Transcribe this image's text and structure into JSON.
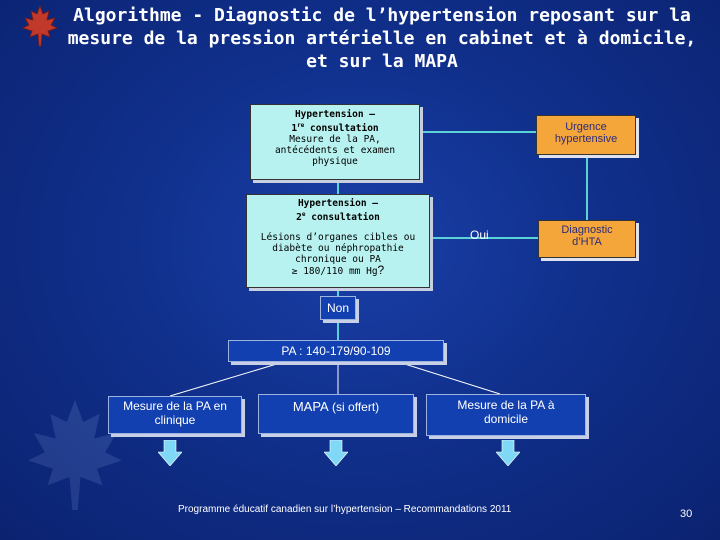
{
  "title": {
    "line1": "Algorithme - Diagnostic de l’hypertension reposant sur la",
    "line2": "mesure de la pression artérielle en cabinet et à domicile,",
    "line3": "et sur la MAPA"
  },
  "boxes": {
    "consult1": {
      "title": "Hypertension –",
      "title2": "1",
      "title2_sup": "re",
      "title2_rest": " consultation",
      "body1": "Mesure de la PA,",
      "body2": "antécédents et examen physique"
    },
    "urgence": {
      "line1": "Urgence",
      "line2": "hypertensive"
    },
    "consult2": {
      "title": "Hypertension –",
      "title2": "2",
      "title2_sup": "e",
      "title2_rest": " consultation",
      "body1": "Lésions d’organes cibles ou",
      "body2": "diabète ou néphropathie",
      "body3": "chronique ou PA",
      "body4": "≥ 180/110 mm Hg",
      "qmark": "?"
    },
    "diagnostic": {
      "line1": "Diagnostic",
      "line2": "d’HTA"
    },
    "non": "Non",
    "oui": "Oui",
    "pa_range": "PA : 140-179/90-109",
    "clinique": {
      "line1": "Mesure de la PA en",
      "line2": "clinique"
    },
    "mapa": {
      "label": "MAPA",
      "sub": " (si offert)"
    },
    "domicile": {
      "line1": "Mesure de la PA à",
      "line2": "domicile"
    }
  },
  "footer": "Programme éducatif canadien sur l’hypertension – Recommandations 2011",
  "page_number": "30",
  "colors": {
    "background": "#10308c",
    "cyan_box": "#b7f2f0",
    "orange_box": "#f5a63a",
    "blue_box": "#1340b0",
    "connector": "#5ad2d6",
    "arrow": "#7fd8f5"
  }
}
